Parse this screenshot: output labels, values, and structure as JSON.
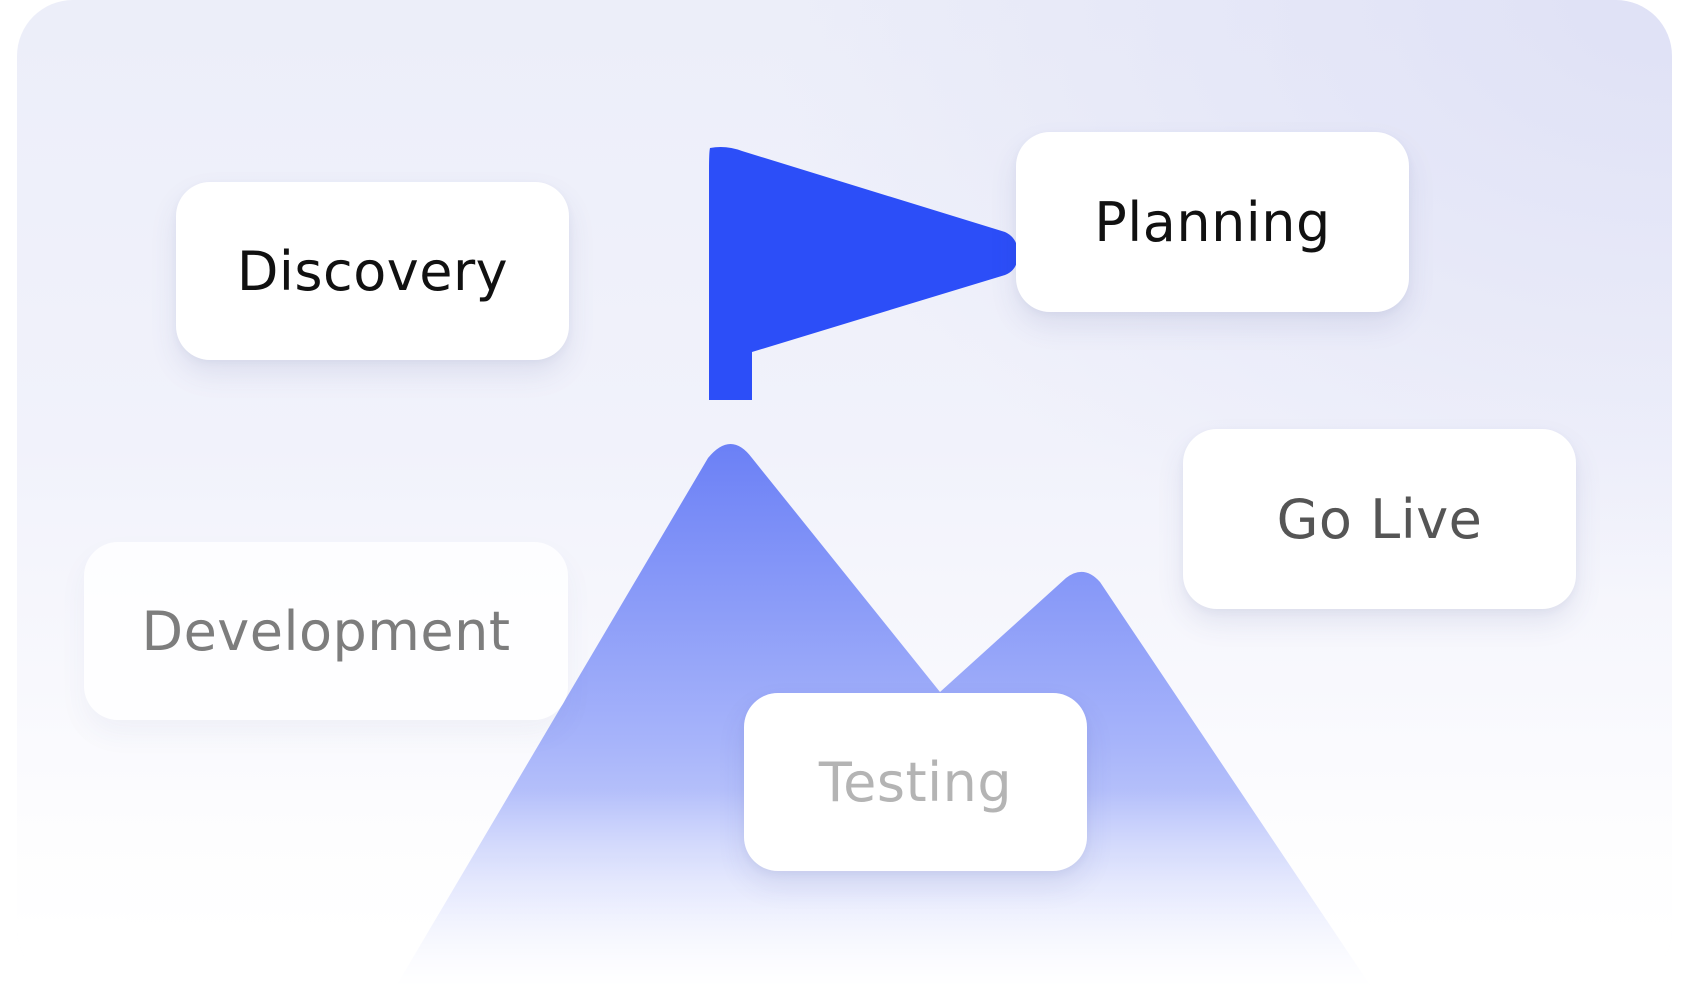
{
  "diagram": {
    "stages": [
      {
        "id": "discovery",
        "label": "Discovery"
      },
      {
        "id": "planning",
        "label": "Planning"
      },
      {
        "id": "golive",
        "label": "Go Live"
      },
      {
        "id": "development",
        "label": "Development"
      },
      {
        "id": "testing",
        "label": "Testing"
      }
    ],
    "icons": {
      "flag": "flag-icon",
      "mountain": "mountain-icon"
    },
    "colors": {
      "flag": "#2c4ef8",
      "mountain_top": "#6b80f6",
      "mountain_bottom": "#e6e9fc"
    }
  }
}
